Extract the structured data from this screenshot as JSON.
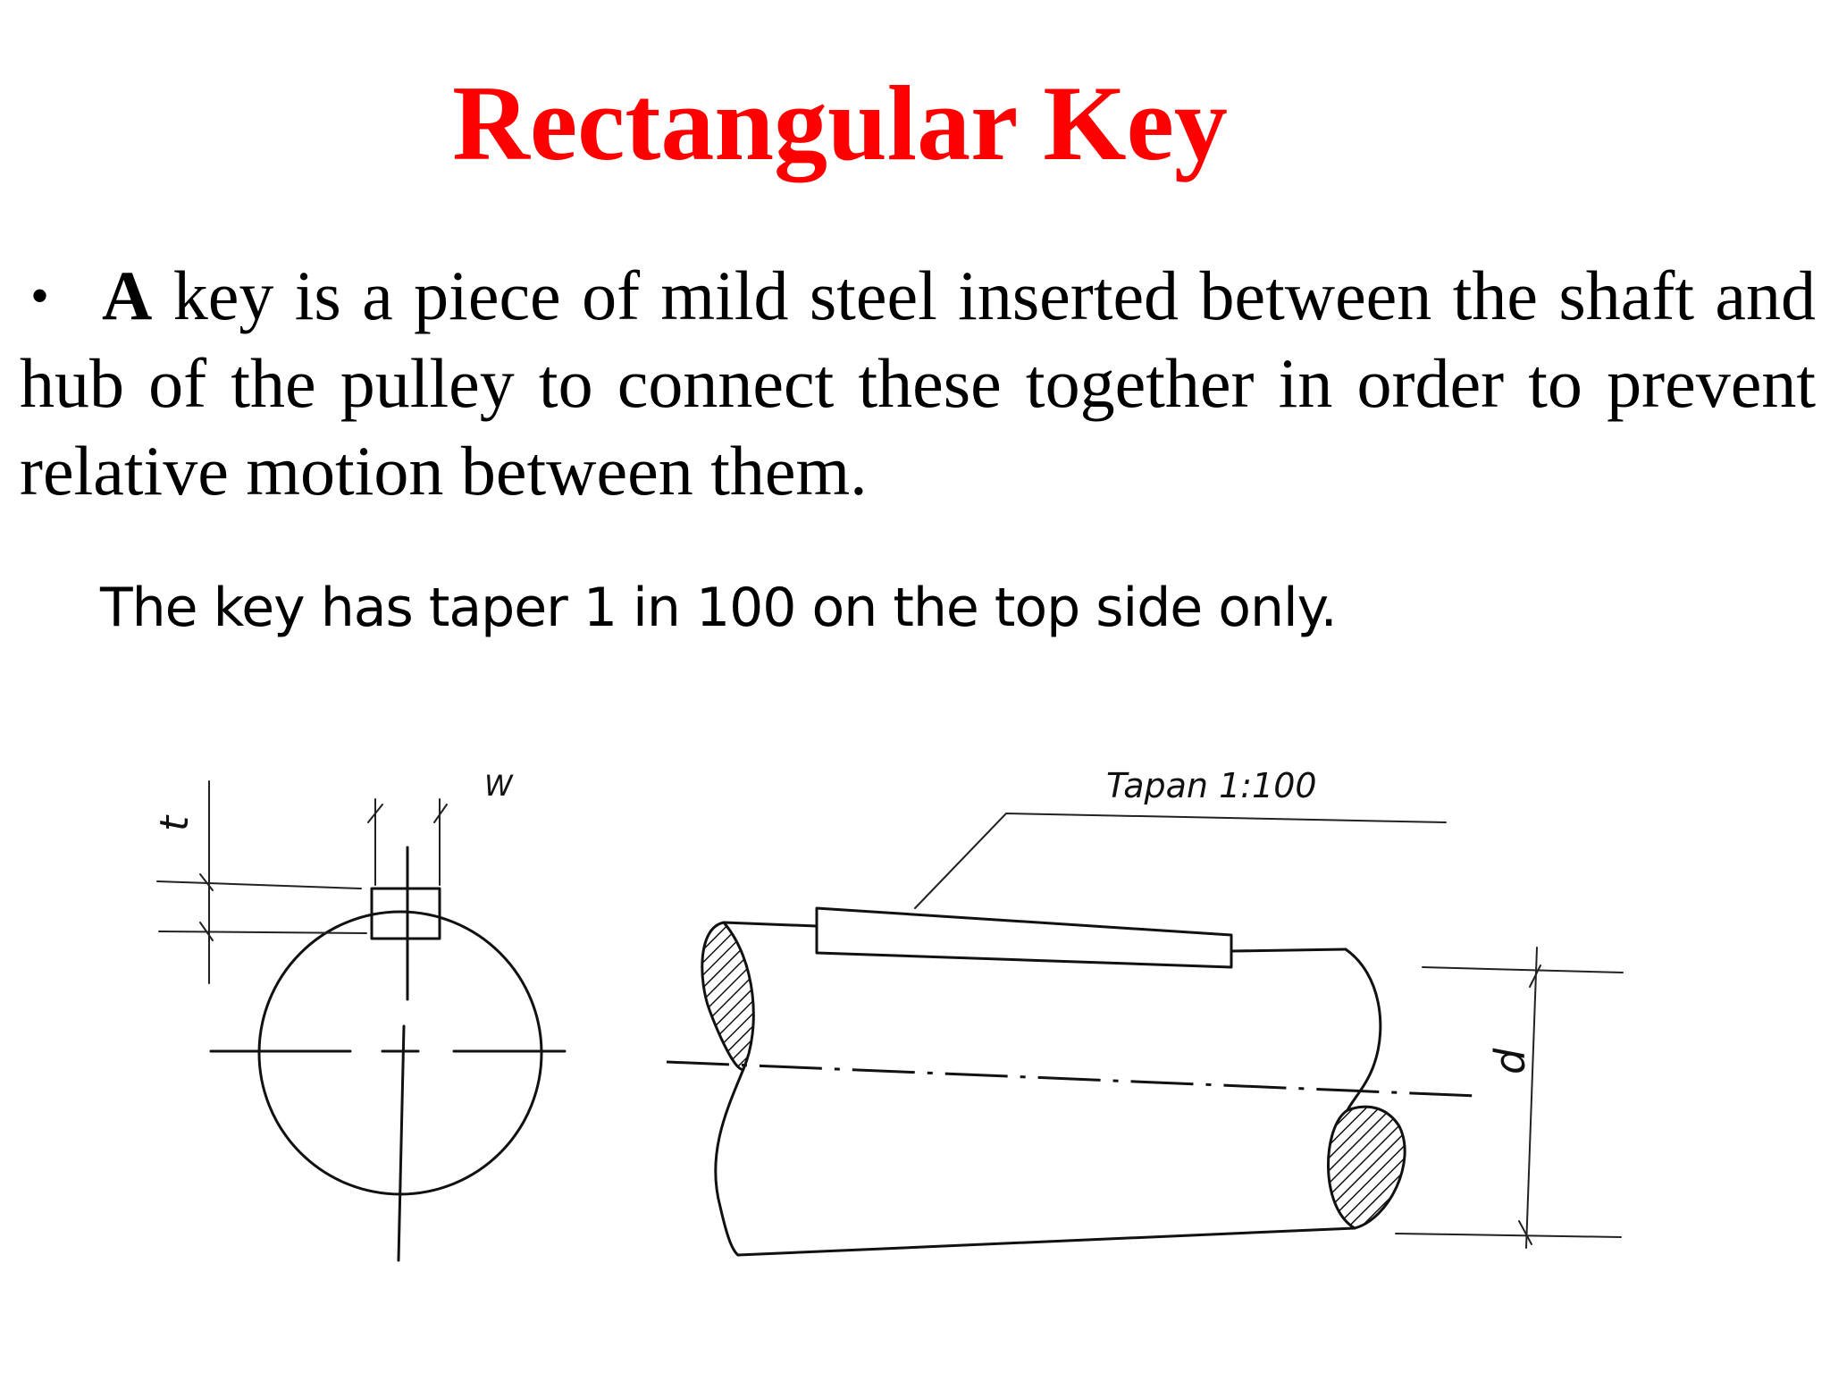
{
  "title": "Rectangular Key",
  "bullet": {
    "glyph": "•",
    "lead": "A",
    "text": " key is a piece of mild steel inserted between the shaft and hub of the pulley to connect these together in order to prevent relative motion between them."
  },
  "note": "The key has taper 1 in 100 on the top side only.",
  "drawing": {
    "label_thickness": "t",
    "label_width": "W",
    "label_taper": "Tapan 1:100",
    "label_diameter": "d"
  }
}
